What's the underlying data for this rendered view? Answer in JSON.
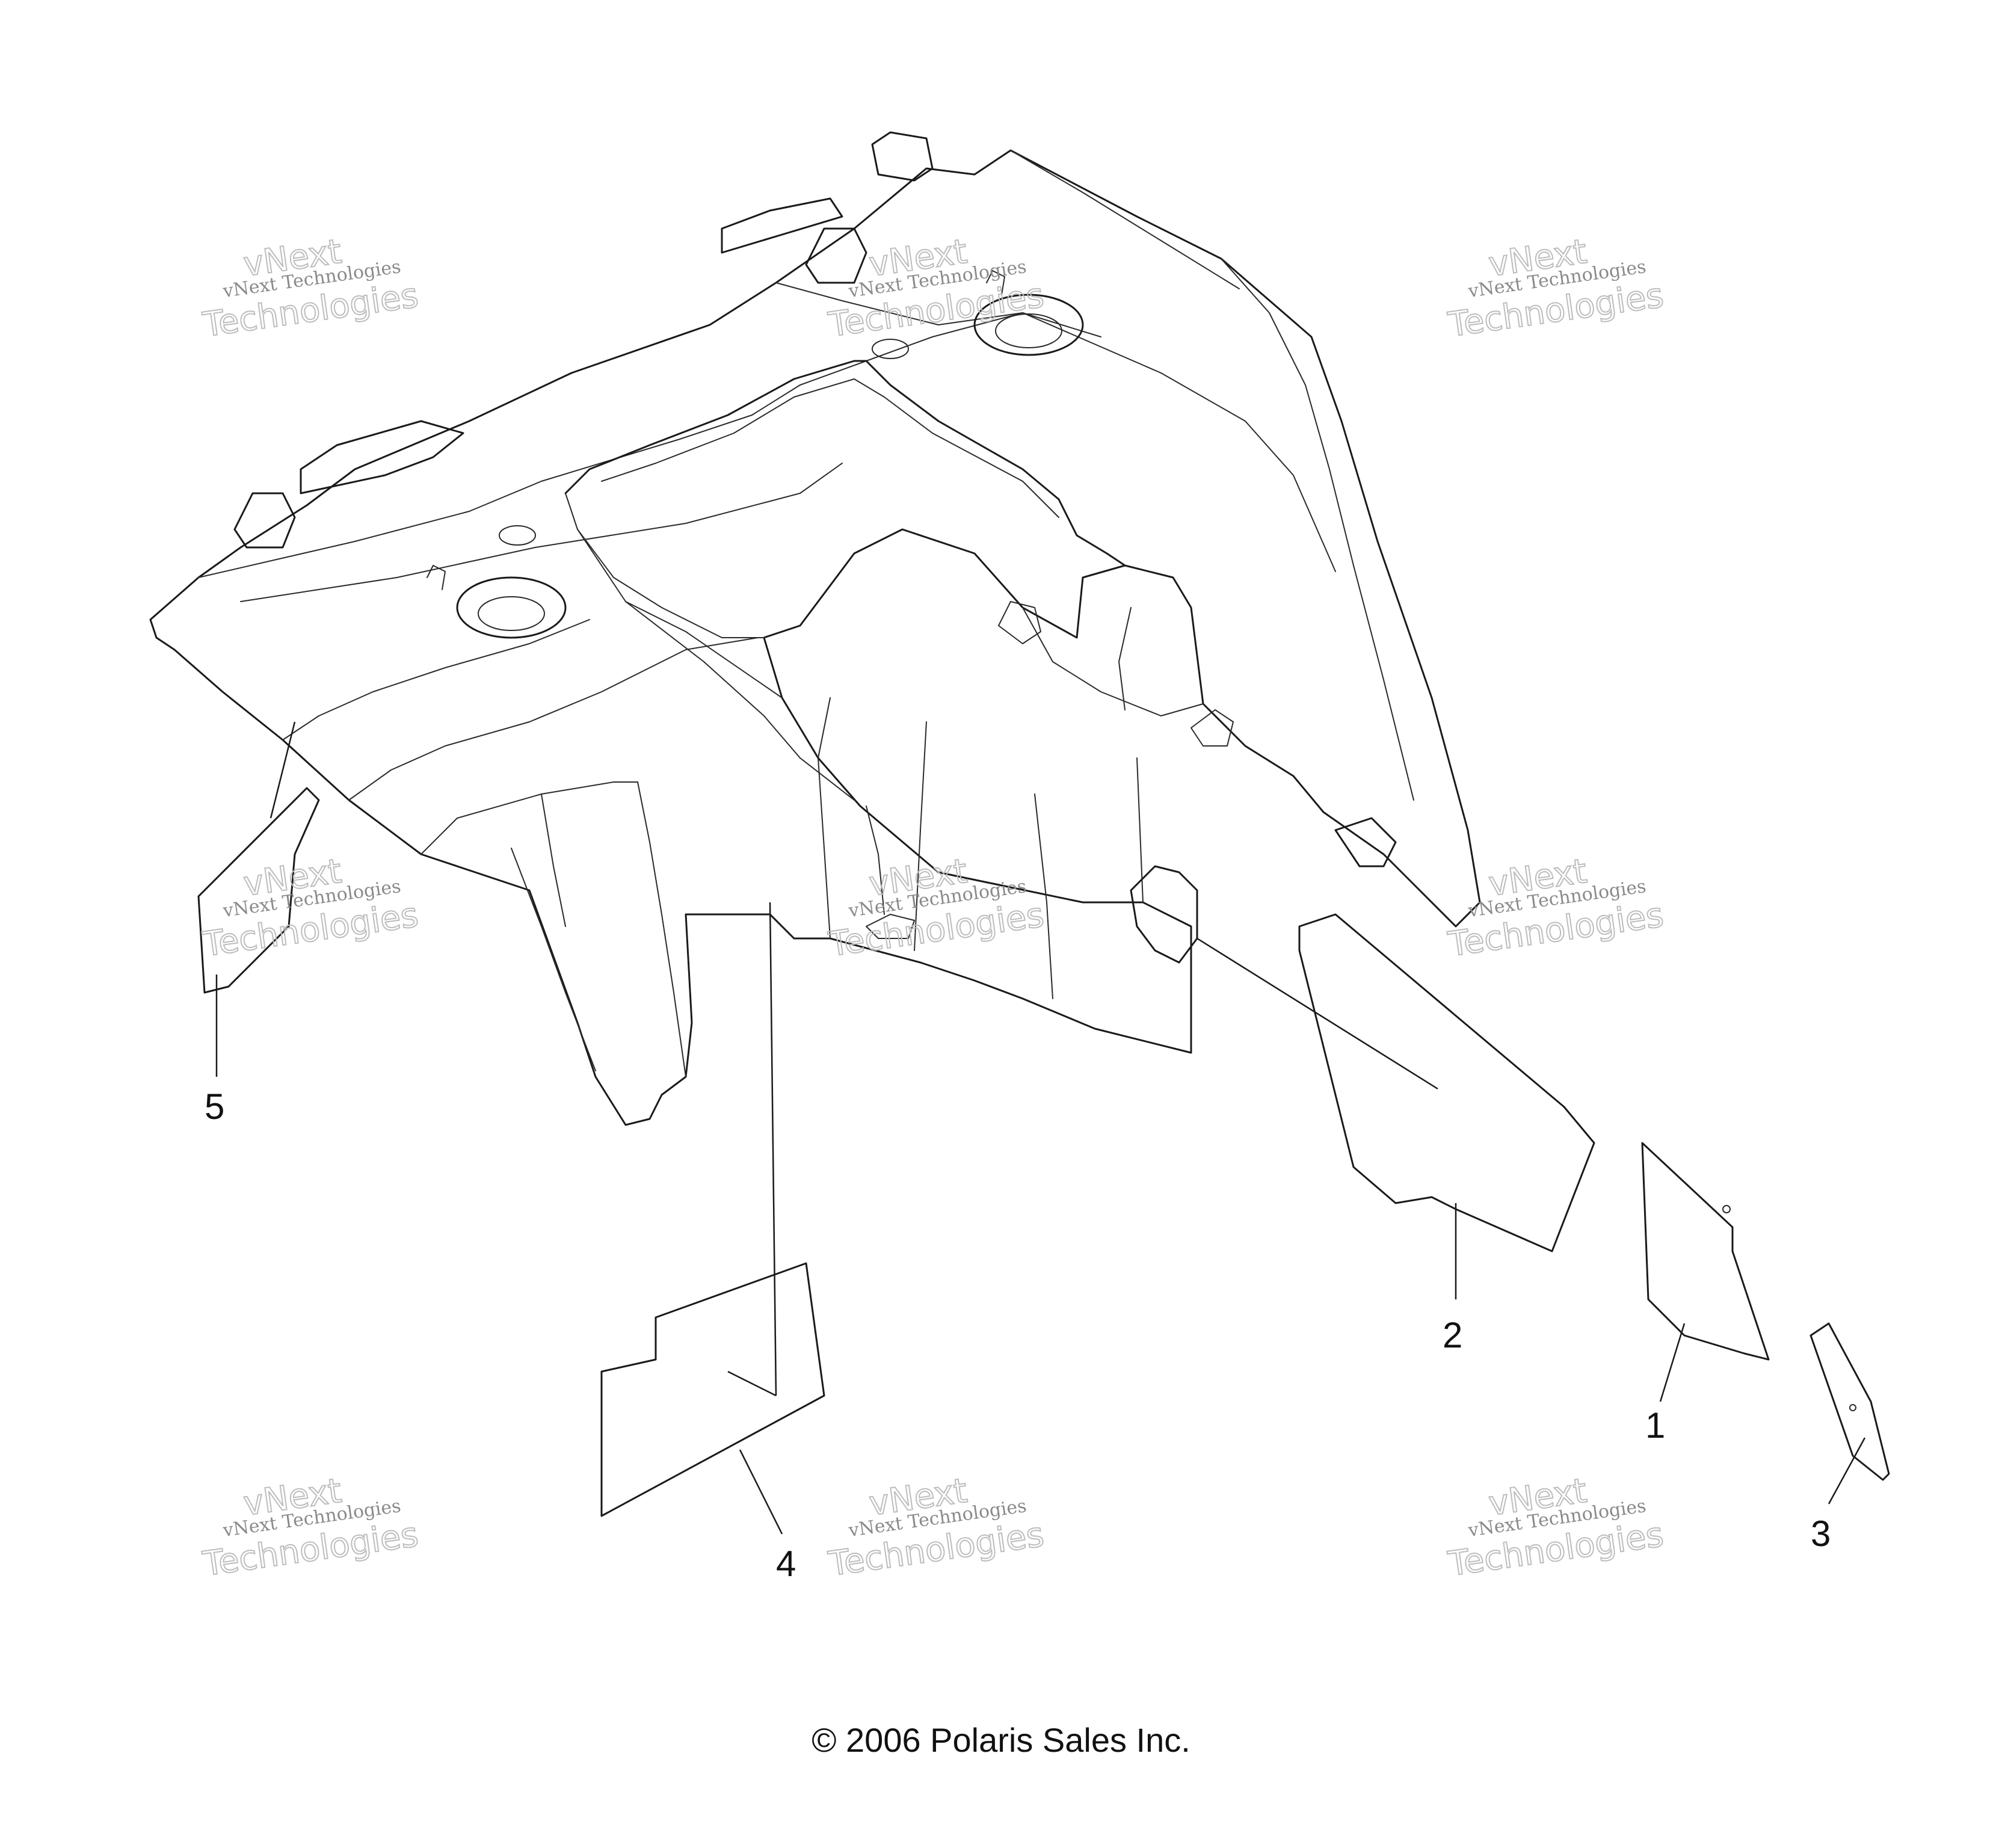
{
  "callouts": [
    {
      "id": "1",
      "label": "1"
    },
    {
      "id": "2",
      "label": "2"
    },
    {
      "id": "3",
      "label": "3"
    },
    {
      "id": "4",
      "label": "4"
    },
    {
      "id": "5",
      "label": "5"
    }
  ],
  "watermark": {
    "line_vnext": "vNext",
    "line_full": "vNext Technologies",
    "line_tech": "Technologies"
  },
  "copyright": "© 2006 Polaris Sales Inc."
}
